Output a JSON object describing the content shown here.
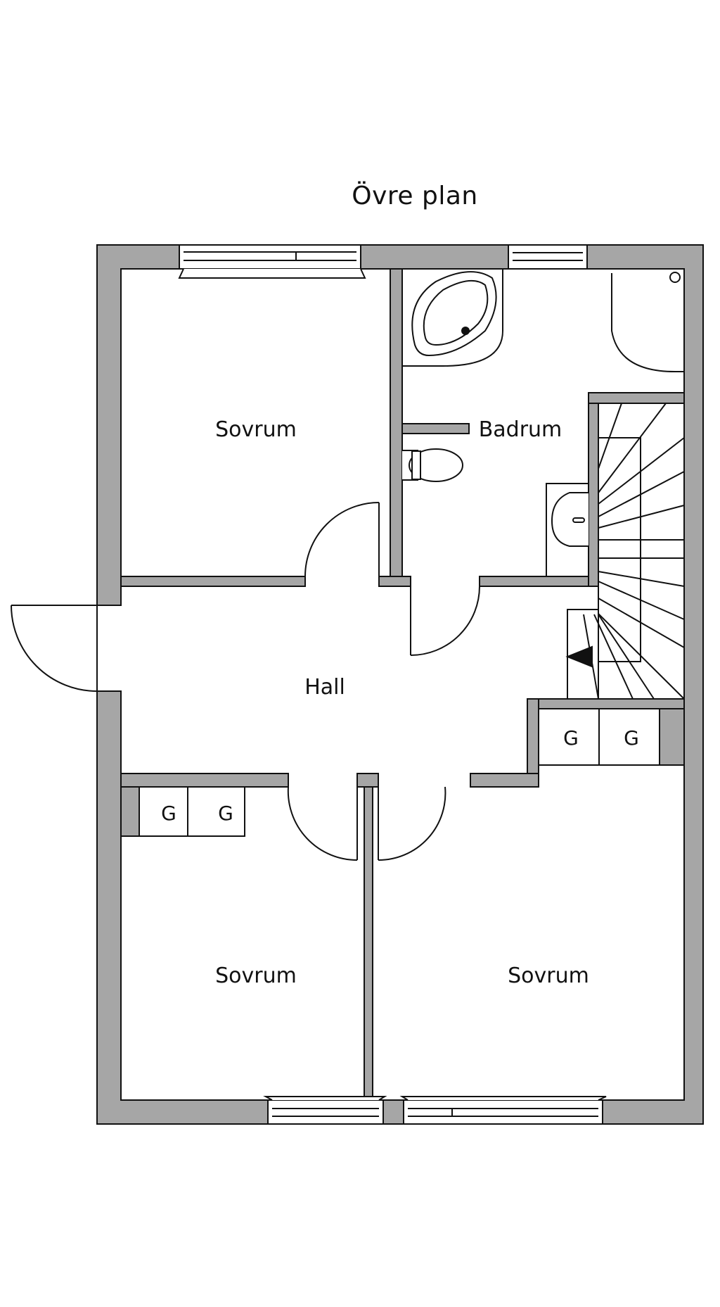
{
  "title": "Övre plan",
  "colors": {
    "wall": "#a6a6a6",
    "line": "#111111",
    "background": "#ffffff"
  },
  "rooms": [
    {
      "id": "bedroom-top-left",
      "label": "Sovrum"
    },
    {
      "id": "bathroom",
      "label": "Badrum"
    },
    {
      "id": "hall",
      "label": "Hall"
    },
    {
      "id": "bedroom-bottom-left",
      "label": "Sovrum"
    },
    {
      "id": "bedroom-bottom-right",
      "label": "Sovrum"
    }
  ],
  "closets": [
    {
      "label": "G"
    },
    {
      "label": "G"
    },
    {
      "label": "G"
    },
    {
      "label": "G"
    }
  ]
}
